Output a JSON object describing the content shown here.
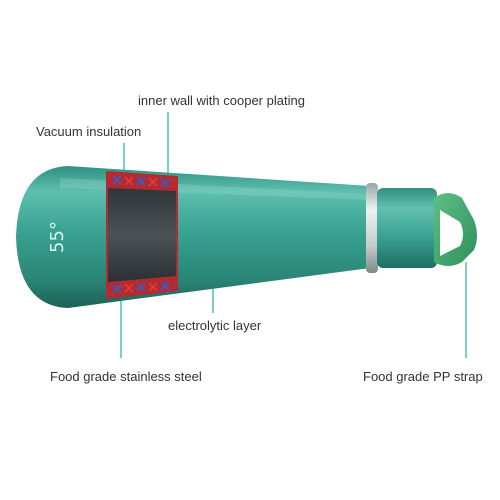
{
  "labels": {
    "inner_wall": "inner wall with cooper plating",
    "vacuum": "Vacuum insulation",
    "electrolytic": "electrolytic layer",
    "steel": "Food grade stainless steel",
    "strap": "Food grade PP strap"
  },
  "bottle": {
    "logo": "55°"
  },
  "colors": {
    "body": "#3aa393",
    "body_dark": "#1f6f63",
    "body_light": "#6cc7b7",
    "leader": "#2fb8a9",
    "cutaway_core": "#3d4448",
    "cutaway_wall": "#b32a30",
    "arrow_blue": "#2a63d8",
    "arrow_red": "#e33a3a"
  }
}
